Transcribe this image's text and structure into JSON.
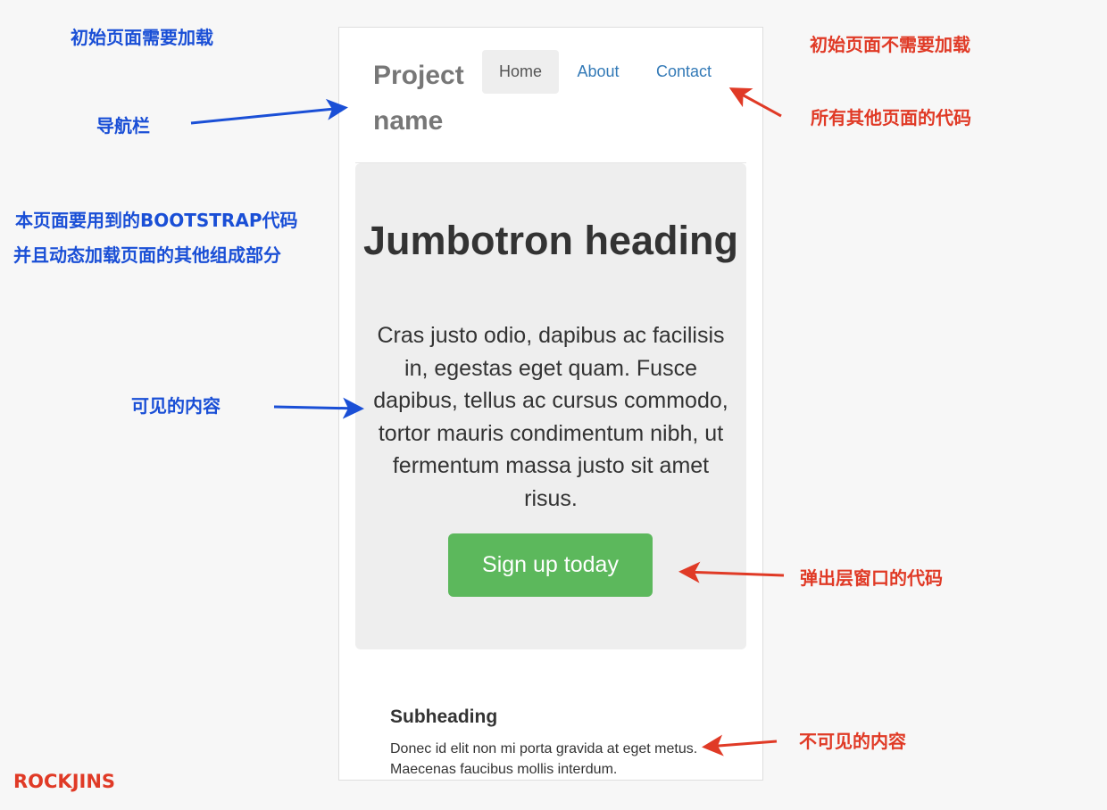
{
  "annotations": {
    "left": {
      "initial_load": "初始页面需要加载",
      "navbar": "导航栏",
      "bootstrap_code_line1": "本页面要用到的BOOTSTRAP代码",
      "bootstrap_code_line2": "并且动态加载页面的其他组成部分",
      "visible_content": "可见的内容",
      "author": "ROCKJINS"
    },
    "right": {
      "not_initial_load": "初始页面不需要加载",
      "other_pages_code": "所有其他页面的代码",
      "popup_code": "弹出层窗口的代码",
      "invisible_content": "不可见的内容"
    }
  },
  "mock_page": {
    "navbar": {
      "brand": "Project name",
      "items": [
        "Home",
        "About",
        "Contact"
      ],
      "active_item": "Home"
    },
    "jumbotron": {
      "heading": "Jumbotron heading",
      "text": "Cras justo odio, dapibus ac facilisis in, egestas eget quam. Fusce dapibus, tellus ac cursus commodo, tortor mauris condimentum nibh, ut fermentum massa justo sit amet risus.",
      "button": "Sign up today"
    },
    "section": {
      "subheading": "Subheading",
      "text": "Donec id elit non mi porta gravida at eget metus. Maecenas faucibus mollis interdum."
    }
  },
  "colors": {
    "annotation_blue": "#1a4fd6",
    "annotation_red": "#e03a26",
    "success_button": "#5cb85c",
    "link": "#337ab7",
    "jumbotron_bg": "#eeeeee"
  }
}
